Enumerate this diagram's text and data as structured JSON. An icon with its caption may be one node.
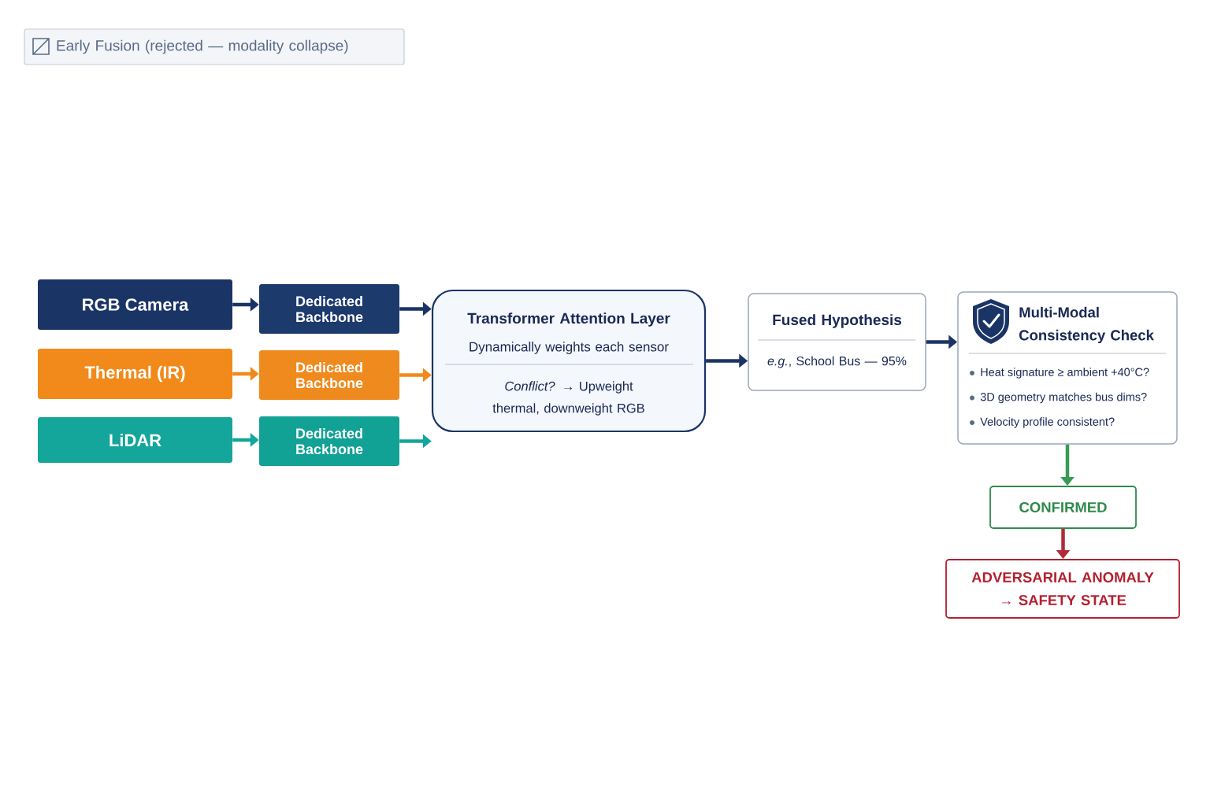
{
  "diagram": {
    "nodes": [
      {
        "text": [
          "Early Fusion (rejected — modality collapse)"
        ]
      },
      {
        "text": [
          "RGB Camera"
        ]
      },
      {
        "text": [
          "Dedicated Backbone"
        ]
      },
      {
        "text": [
          "Thermal (IR)"
        ]
      },
      {
        "text": [
          "Dedicated Backbone"
        ]
      },
      {
        "text": [
          "LiDAR"
        ]
      },
      {
        "text": [
          "Dedicated Backbone"
        ]
      },
      {
        "text": [
          "Transformer Attention Layer",
          "Dynamically weights each sensor",
          "*Conflict?* → Upweight thermal, downweight RGB"
        ]
      },
      {
        "text": [
          "Fused Hypothesis",
          "*e.g.*, School Bus — 95%"
        ]
      },
      {
        "text": [
          "Multi-Modal Consistency Check",
          "Heat signature ≥ ambient +40°C?",
          "3D geometry matches bus dims?",
          "Velocity profile consistent?"
        ]
      },
      {
        "text": [
          "CONFIRMED"
        ]
      },
      {
        "text": [
          "ADVERSARIAL ANOMALY → SAFETY STATE"
        ]
      }
    ],
    "edges": [
      {
        "from": 1,
        "to": 2,
        "arrow": "to"
      },
      {
        "from": 3,
        "to": 4,
        "arrow": "to",
        "color": "#f08a1c"
      },
      {
        "from": 5,
        "to": 6,
        "arrow": "to",
        "color": "#14a59b"
      },
      {
        "from": 2,
        "to": 7,
        "arrow": "to"
      },
      {
        "from": 4,
        "to": 7,
        "arrow": "to",
        "color": "#f08a1c"
      },
      {
        "from": 6,
        "to": 7,
        "arrow": "to",
        "color": "#14a59b"
      },
      {
        "from": 7,
        "to": 8,
        "arrow": "to"
      },
      {
        "from": 8,
        "to": 9,
        "arrow": "to"
      },
      {
        "from": 9,
        "to": 10,
        "arrow": "to",
        "color": "#3a9a54"
      },
      {
        "from": 10,
        "to": 11,
        "arrow": "to",
        "color": "#b02a37"
      }
    ]
  }
}
